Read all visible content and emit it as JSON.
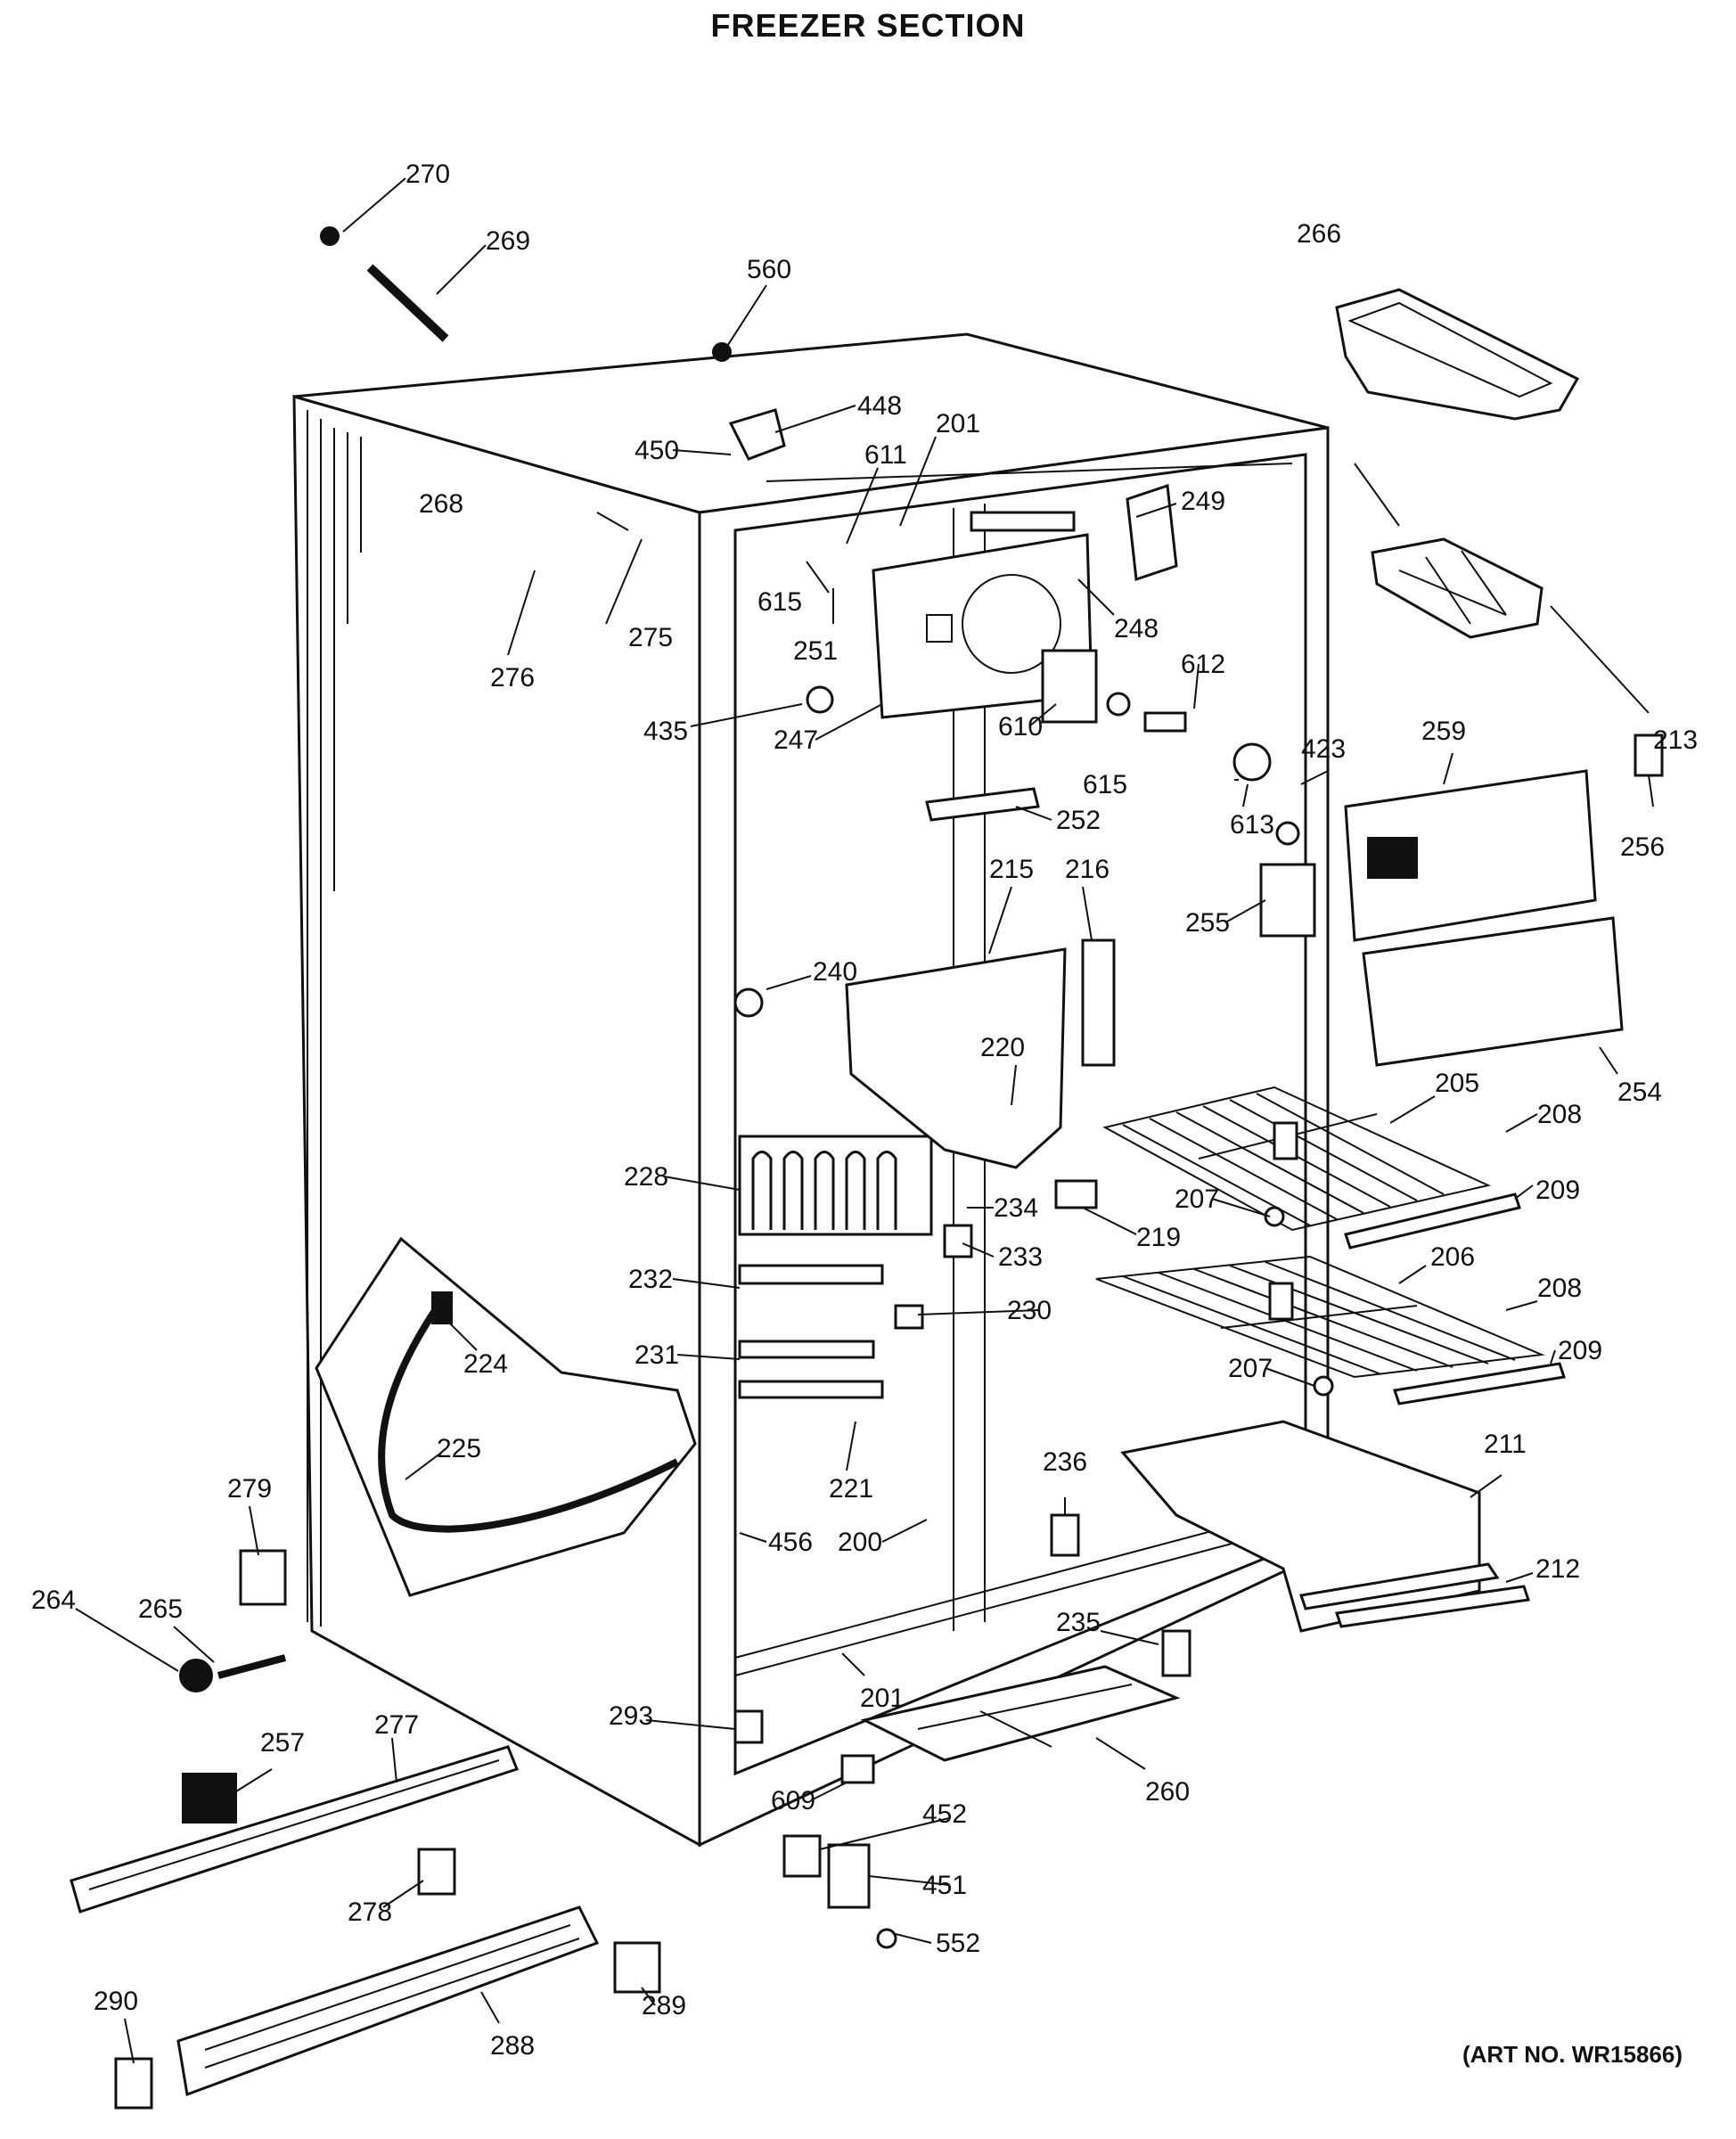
{
  "title": "FREEZER SECTION",
  "art_number": "(ART NO. WR15866)",
  "callouts": [
    "270",
    "269",
    "560",
    "266",
    "448",
    "450",
    "611",
    "201",
    "268",
    "249",
    "615",
    "248",
    "275",
    "251",
    "276",
    "612",
    "213",
    "435",
    "247",
    "610",
    "423",
    "259",
    "615",
    "256",
    "252",
    "613",
    "215",
    "216",
    "255",
    "240",
    "220",
    "254",
    "205",
    "208",
    "228",
    "234",
    "207",
    "209",
    "219",
    "233",
    "232",
    "206",
    "208",
    "230",
    "224",
    "207",
    "209",
    "231",
    "225",
    "221",
    "211",
    "236",
    "279",
    "456",
    "200",
    "212",
    "265",
    "264",
    "235",
    "201",
    "293",
    "257",
    "277",
    "260",
    "609",
    "452",
    "278",
    "451",
    "552",
    "290",
    "289",
    "288"
  ]
}
